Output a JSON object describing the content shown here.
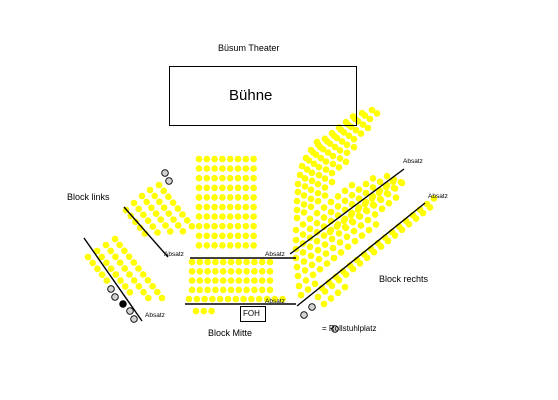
{
  "theater_title": "Büsum Theater",
  "stage_label": "Bühne",
  "blocks": {
    "left": "Block links",
    "middle": "Block Mitte",
    "right": "Block rechts"
  },
  "landing_label": "Absatz",
  "foh_label": "FOH",
  "legend": {
    "text": "= Rollstuhlplatz",
    "symbol": "wheelchair-space"
  },
  "colors": {
    "seat": "#ffff00",
    "wheelchair_space": "#d3d3d3",
    "reserved_seat": "#000000",
    "line": "#000000"
  }
}
